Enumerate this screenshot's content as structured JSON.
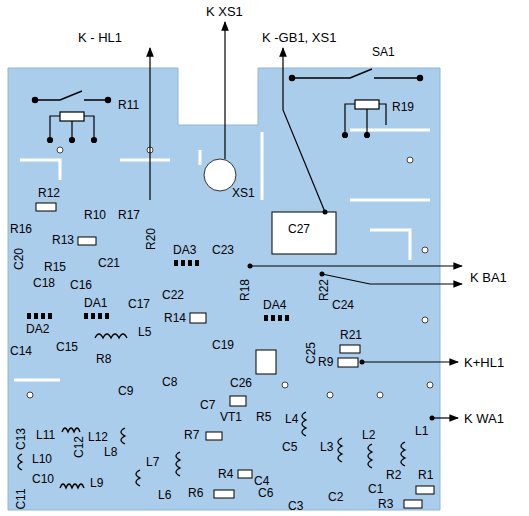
{
  "diagram": {
    "labels": [
      "K - HL1",
      "K XS1",
      "K -GB1, XS1",
      "SA1",
      "R11",
      "R19",
      "XS1",
      "R12",
      "R10",
      "R17",
      "R16",
      "R13",
      "R20",
      "DA3",
      "C23",
      "C27",
      "C20",
      "R15",
      "C21",
      "C18",
      "C16",
      "DA1",
      "C17",
      "C22",
      "R18",
      "DA4",
      "R22",
      "C24",
      "K BA1",
      "R14",
      "DA2",
      "C19",
      "R21",
      "L5",
      "C26",
      "C25",
      "R9",
      "K+HL1",
      "C14",
      "C15",
      "R8",
      "C9",
      "C8",
      "C7",
      "VT1",
      "R5",
      "L4",
      "K WA1",
      "L11",
      "L12",
      "C13",
      "C12",
      "L10",
      "L8",
      "L7",
      "R7",
      "C5",
      "L3",
      "L2",
      "L1",
      "C10",
      "L9",
      "L6",
      "R4",
      "C4",
      "R6",
      "C6",
      "R2",
      "R1",
      "C11",
      "C3",
      "C2",
      "C1",
      "R3"
    ]
  }
}
